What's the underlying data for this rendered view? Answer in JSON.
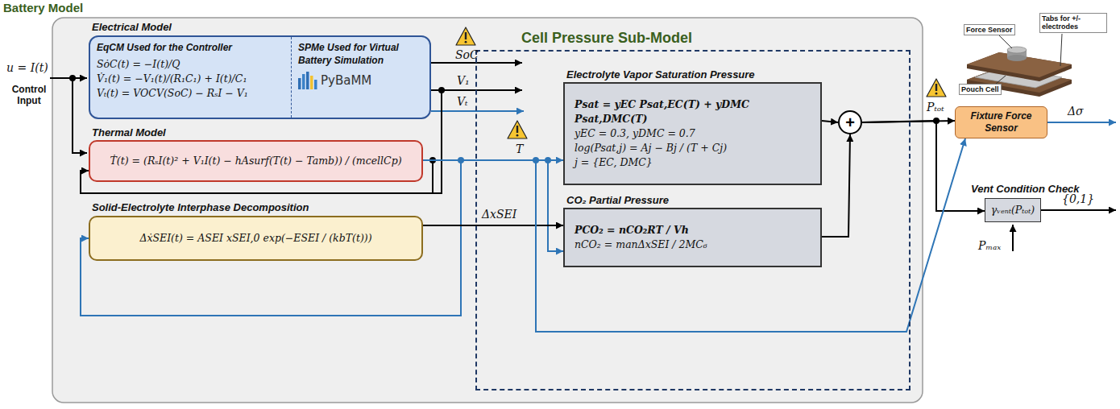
{
  "diagram": {
    "nodes": [
      {
        "text": [
          "Battery Model"
        ]
      },
      {
        "text": [
          "Electrical Model",
          "EqCM Used for the Controller",
          "SȯC(t) = −I(t)/Q",
          "V̇₁(t) = −V₁(t)/(R₁C₁) + I(t)/C₁",
          "Vₜ(t) = VOCV(SoC) − RₛI − V₁",
          "SPMe Used for Virtual Battery Simulation",
          "PyBaMM"
        ],
        "in": 0
      },
      {
        "text": [
          "Thermal Model",
          "Ṫ(t) = (RₛI(t)² + V₁I(t) − hAsurf(T(t) − Tamb)) / (mcellCp)"
        ],
        "in": 0
      },
      {
        "text": [
          "Solid-Electrolyte Interphase Decomposition",
          "ΔẋSEI(t) = ASEI xSEI,0 exp(−ESEI / (kbT(t)))"
        ],
        "in": 0
      },
      {
        "text": [
          "Cell Pressure Sub-Model"
        ],
        "in": 0
      },
      {
        "text": [
          "Electrolyte Vapor Saturation Pressure",
          "Psat = yEC Psat,EC(T) + yDMC Psat,DMC(T)",
          "yEC = 0.3, yDMC = 0.7",
          "log(Psat,j) = Aj − Bj / (T + Cj)",
          "j = {EC, DMC}"
        ],
        "in": 4
      },
      {
        "text": [
          "CO₂ Partial Pressure",
          "PCO₂ = nCO₂RT / Vh",
          "nCO₂ = manΔxSEI / 2MC₆"
        ],
        "in": 4
      },
      {
        "text": [
          "+"
        ],
        "in": 4
      },
      {
        "text": [
          "Fixture Force Sensor"
        ]
      },
      {
        "text": [
          "Vent Condition Check",
          "γᵥₑₙₜ(Pₜₒₜ)"
        ]
      }
    ],
    "edges": [
      {
        "from": 1,
        "to": 2,
        "arrow": "to"
      },
      {
        "from": 2,
        "to": 3,
        "arrow": "to"
      },
      {
        "from": 2,
        "to": 5,
        "arrow": "to"
      },
      {
        "from": 2,
        "to": 6,
        "arrow": "to"
      },
      {
        "from": 3,
        "to": 6,
        "arrow": "to"
      },
      {
        "from": 5,
        "to": 7,
        "arrow": "to"
      },
      {
        "from": 6,
        "to": 7,
        "arrow": "to"
      },
      {
        "from": 7,
        "to": 8,
        "arrow": "to"
      },
      {
        "from": 7,
        "to": 9,
        "arrow": "to"
      },
      {
        "from": 2,
        "to": 8,
        "arrow": "to"
      }
    ],
    "labels": [
      "u = I(t)",
      "Control Input",
      "SoC",
      "V₁",
      "Vₜ",
      "T",
      "ΔxSEI",
      "Pₜₒₜ",
      "Δσ",
      "{0,1}",
      "Pₘₐₓ",
      "Force Sensor",
      "Tabs for +/- electrodes",
      "Pouch Cell"
    ]
  }
}
